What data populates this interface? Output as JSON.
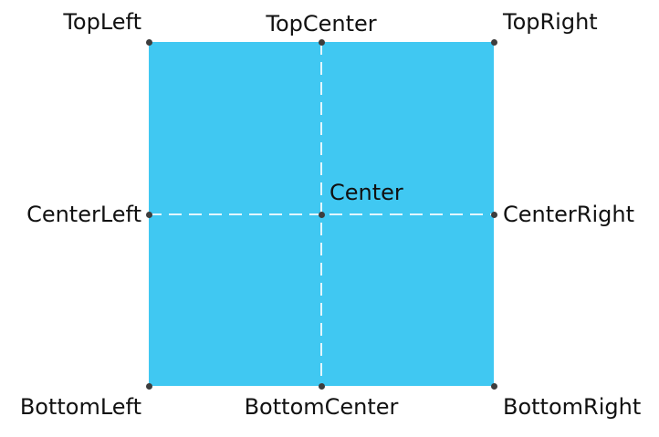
{
  "diagram": {
    "fill_color": "#40c8f2",
    "guide_color": "#ffffff",
    "dot_color": "#3d3d3d",
    "anchors": [
      {
        "id": "top-left",
        "label": "TopLeft"
      },
      {
        "id": "top-center",
        "label": "TopCenter"
      },
      {
        "id": "top-right",
        "label": "TopRight"
      },
      {
        "id": "center-left",
        "label": "CenterLeft"
      },
      {
        "id": "center",
        "label": "Center"
      },
      {
        "id": "center-right",
        "label": "CenterRight"
      },
      {
        "id": "bottom-left",
        "label": "BottomLeft"
      },
      {
        "id": "bottom-center",
        "label": "BottomCenter"
      },
      {
        "id": "bottom-right",
        "label": "BottomRight"
      }
    ]
  }
}
